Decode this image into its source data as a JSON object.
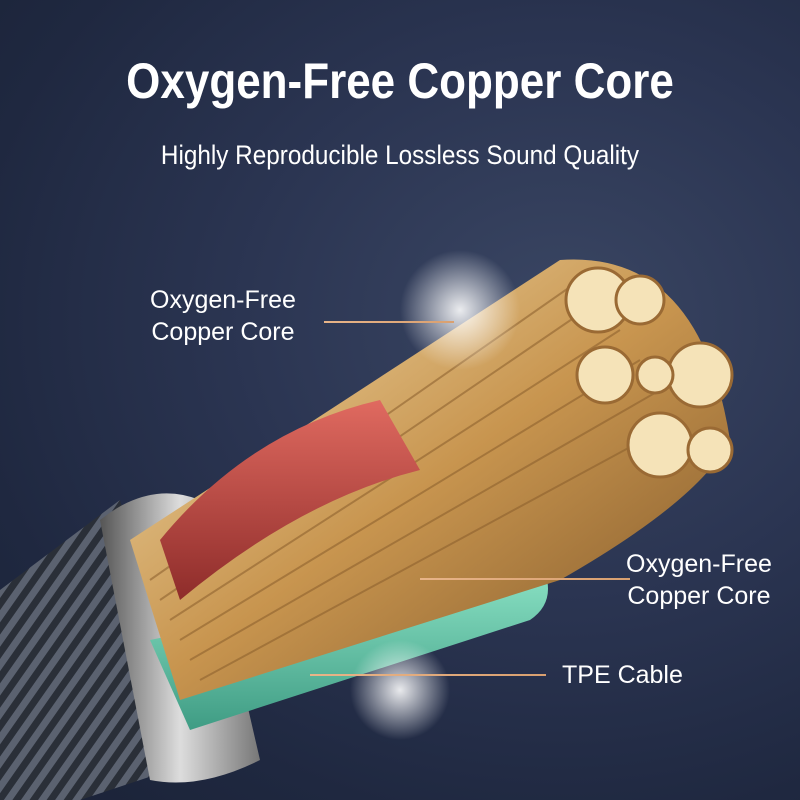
{
  "title": "Oxygen-Free Copper Core",
  "subtitle": "Highly Reproducible Lossless Sound Quality",
  "callouts": [
    {
      "label_line1": "Oxygen-Free",
      "label_line2": "Copper Core"
    },
    {
      "label_line1": "Oxygen-Free",
      "label_line2": "Copper Core"
    },
    {
      "label_line1": "TPE Cable"
    }
  ],
  "colors": {
    "background": "#26304a",
    "copper": "#d9b27a",
    "red_insulation": "#c9504a",
    "green_insulation": "#6fd0b0",
    "leader_line": "#e0a878"
  }
}
